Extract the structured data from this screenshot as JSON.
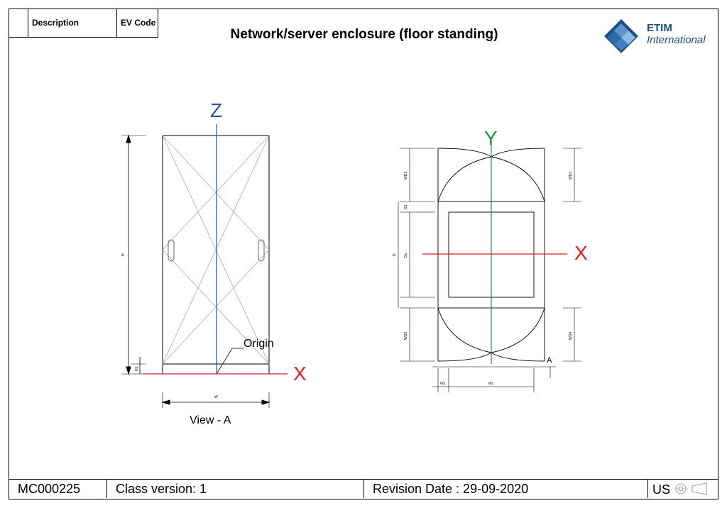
{
  "header": {
    "description_label": "Description",
    "ev_code_label": "EV Code",
    "title": "Network/server enclosure (floor standing)",
    "logo": {
      "line1": "ETIM",
      "line2": "International",
      "color": "#1d4f82"
    }
  },
  "front_view": {
    "axis_vertical": "Z",
    "axis_horizontal": "X",
    "origin_label": "Origin",
    "view_label": "View - A",
    "dim_height": "H",
    "dim_width": "W",
    "dim_plinth": "H1"
  },
  "top_view": {
    "axis_vertical": "Y",
    "axis_horizontal": "X",
    "view_marker": "A",
    "dim_door_front": "WD1",
    "dim_door_back": "WD2",
    "dim_door_front_right": "WD3",
    "dim_door_back_right": "WD4",
    "dim_depth": "D",
    "dim_inner_depth": "Dc",
    "dim_offset": "D1",
    "dim_frame": "W1",
    "dim_inner_width": "Wc"
  },
  "colors": {
    "z_axis": "#2a52a0",
    "y_axis": "#1a9a3a",
    "x_axis": "#e02020"
  },
  "footer": {
    "class_code": "MC000225",
    "class_version": "Class version: 1",
    "revision_date": "Revision Date : 29-09-2020",
    "unit_system": "US"
  }
}
